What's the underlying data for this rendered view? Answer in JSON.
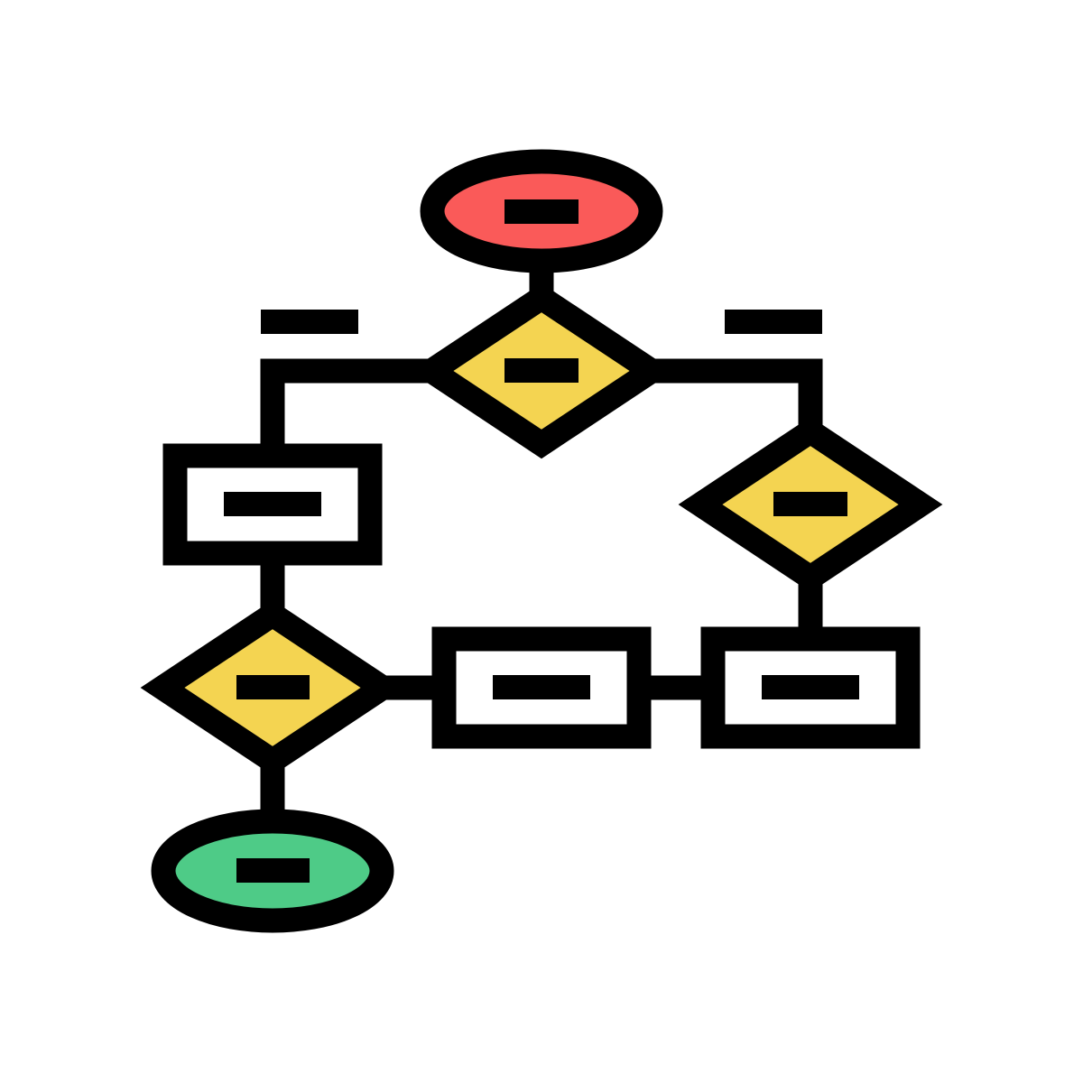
{
  "colors": {
    "stroke": "#000000",
    "background": "#ffffff",
    "start_node_fill": "#fa5a59",
    "decision_fill": "#f4d451",
    "process_fill": "#ffffff",
    "end_node_fill": "#4ecb87"
  },
  "icon": {
    "name": "flowchart-icon",
    "nodes": [
      {
        "id": "start",
        "kind": "terminator",
        "color": "start_node_fill"
      },
      {
        "id": "decision-top",
        "kind": "decision",
        "color": "decision_fill"
      },
      {
        "id": "process-left",
        "kind": "process",
        "color": "process_fill"
      },
      {
        "id": "decision-right",
        "kind": "decision",
        "color": "decision_fill"
      },
      {
        "id": "decision-bottom-left",
        "kind": "decision",
        "color": "decision_fill"
      },
      {
        "id": "process-middle",
        "kind": "process",
        "color": "process_fill"
      },
      {
        "id": "process-right",
        "kind": "process",
        "color": "process_fill"
      },
      {
        "id": "end",
        "kind": "terminator",
        "color": "end_node_fill"
      }
    ]
  }
}
